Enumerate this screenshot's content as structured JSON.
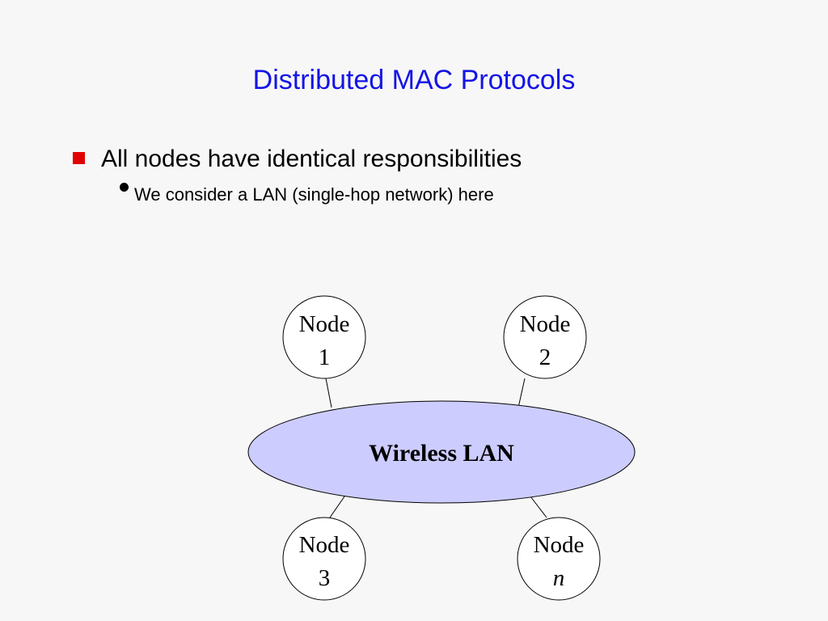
{
  "slide": {
    "title": "Distributed MAC Protocols",
    "bullets": [
      {
        "text": "All nodes have identical responsibilities",
        "sub": [
          "We consider a LAN (single-hop network) here"
        ]
      }
    ]
  },
  "diagram": {
    "lan_label": "Wireless LAN",
    "lan_fill": "#ccccff",
    "nodes": [
      {
        "line1": "Node",
        "line2": "1",
        "italic": false
      },
      {
        "line1": "Node",
        "line2": "2",
        "italic": false
      },
      {
        "line1": "Node",
        "line2": "3",
        "italic": false
      },
      {
        "line1": "Node",
        "line2": "n",
        "italic": true
      }
    ]
  },
  "colors": {
    "title": "#1414e6",
    "bullet_marker": "#e00000"
  }
}
